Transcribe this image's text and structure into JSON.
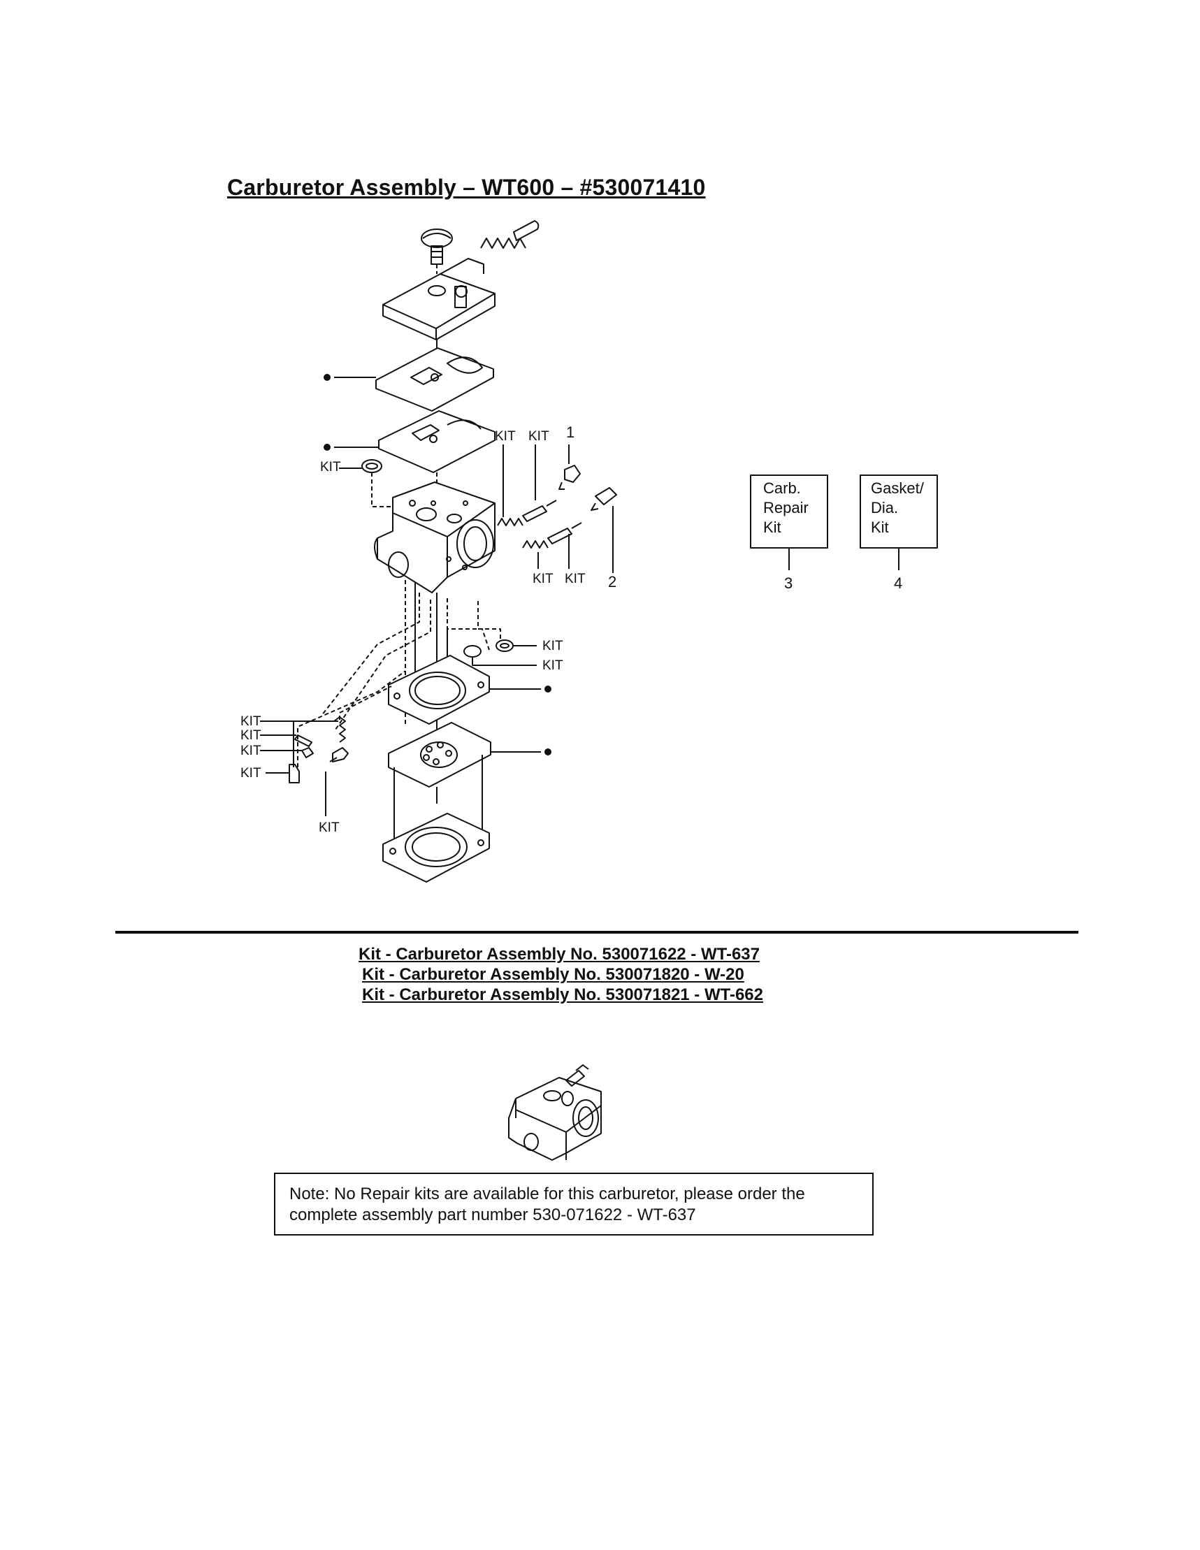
{
  "title": "Carburetor Assembly – WT600 – #530071410",
  "callouts": {
    "kit": "KIT",
    "ref1": "1",
    "ref2": "2",
    "ref3": "3",
    "ref4": "4"
  },
  "boxes": {
    "carb_repair_kit": [
      "Carb.",
      "Repair",
      "Kit"
    ],
    "gasket_dia_kit": [
      "Gasket/",
      "Dia.",
      "Kit"
    ]
  },
  "kits_list": [
    "Kit - Carburetor Assembly No. 530071622 - WT-637",
    "Kit - Carburetor Assembly No. 530071820 - W-20",
    "Kit - Carburetor Assembly No. 530071821 - WT-662"
  ],
  "note": "Note: No Repair kits are available for this carburetor, please order the complete assembly part number 530-071622 - WT-637"
}
